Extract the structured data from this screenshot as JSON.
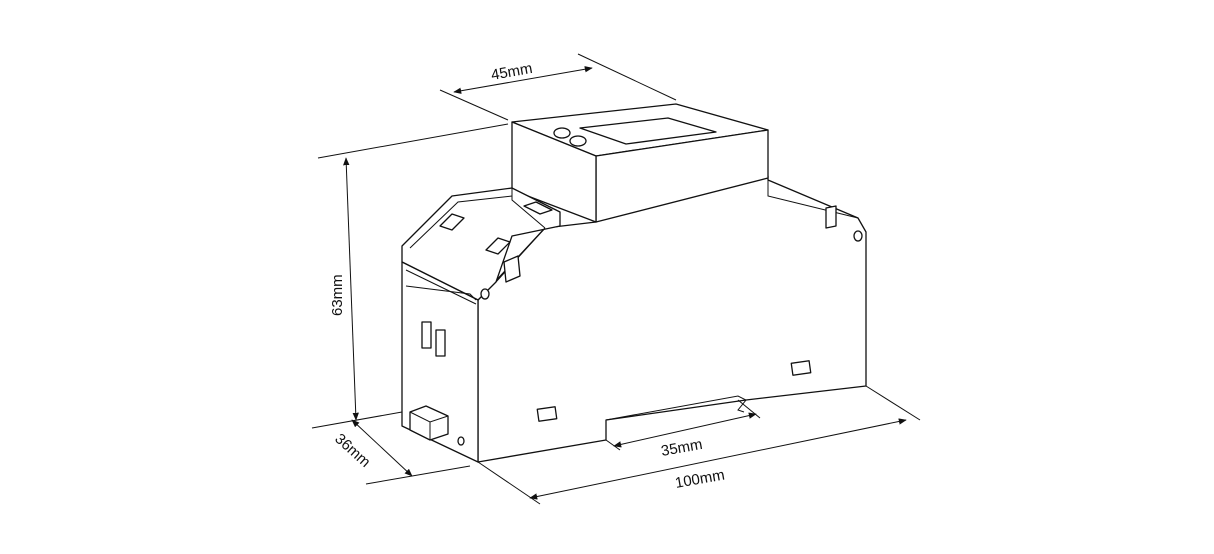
{
  "dimensions": {
    "width_label": "45mm",
    "height_label": "63mm",
    "depth_label": "36mm",
    "length_label": "100mm",
    "rail_label": "35mm"
  }
}
